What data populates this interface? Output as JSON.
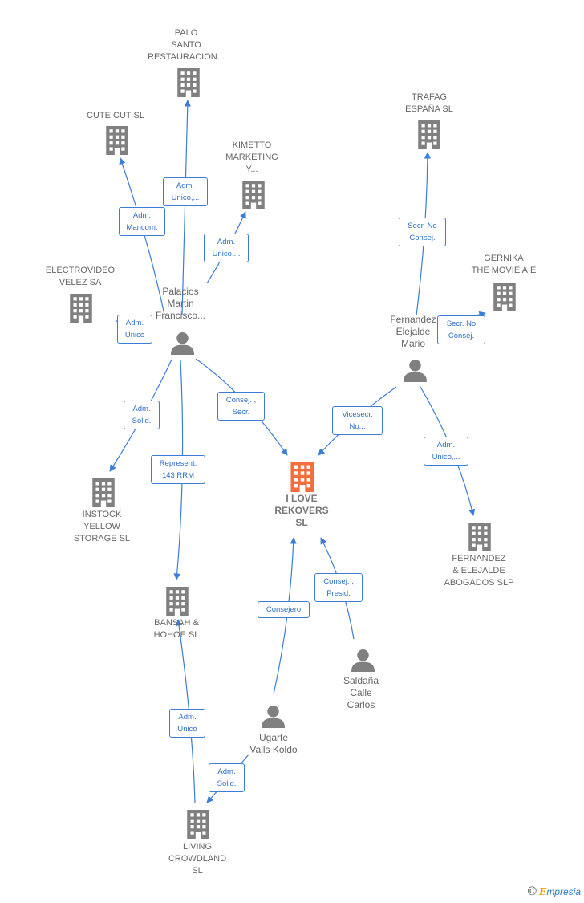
{
  "colors": {
    "company": "#808080",
    "center": "#f26f3d",
    "person": "#808080",
    "edge": "#3b7dd8"
  },
  "center": {
    "id": "ilove",
    "lines": [
      "I LOVE",
      "REKOVERS",
      "SL"
    ]
  },
  "companies": [
    {
      "id": "palo",
      "lines": [
        "PALO",
        "SANTO",
        "RESTAURACION..."
      ]
    },
    {
      "id": "cute",
      "lines": [
        "CUTE CUT  SL"
      ]
    },
    {
      "id": "kimetto",
      "lines": [
        "KIMETTO",
        "MARKETING",
        "Y..."
      ]
    },
    {
      "id": "electro",
      "lines": [
        "ELECTROVIDEO",
        "VELEZ SA"
      ]
    },
    {
      "id": "trafag",
      "lines": [
        "TRAFAG",
        "ESPAÑA  SL"
      ]
    },
    {
      "id": "gernika",
      "lines": [
        "GERNIKA",
        "THE MOVIE  AIE"
      ]
    },
    {
      "id": "instock",
      "lines": [
        "INSTOCK",
        "YELLOW",
        "STORAGE  SL"
      ]
    },
    {
      "id": "fernandez_ab",
      "lines": [
        "FERNANDEZ",
        "& ELEJALDE",
        "ABOGADOS  SLP"
      ]
    },
    {
      "id": "bansah",
      "lines": [
        "BANSAH &",
        "HOHOE  SL"
      ]
    },
    {
      "id": "living",
      "lines": [
        "LIVING",
        "CROWDLAND",
        "SL"
      ]
    }
  ],
  "persons": [
    {
      "id": "palacios",
      "lines": [
        "Palacios",
        "Martin",
        "Francisco..."
      ]
    },
    {
      "id": "fernandez",
      "lines": [
        "Fernandez",
        "Elejalde",
        "Mario"
      ]
    },
    {
      "id": "saldana",
      "lines": [
        "Saldaña",
        "Calle",
        "Carlos"
      ]
    },
    {
      "id": "ugarte",
      "lines": [
        "Ugarte",
        "Valls Koldo"
      ]
    }
  ],
  "edges": [
    {
      "id": "e_palo",
      "lines": [
        "Adm.",
        "Unico,..."
      ]
    },
    {
      "id": "e_cute",
      "lines": [
        "Adm.",
        "Mancom."
      ]
    },
    {
      "id": "e_kimetto",
      "lines": [
        "Adm.",
        "Unico,..."
      ]
    },
    {
      "id": "e_electro",
      "lines": [
        "Adm.",
        "Unico"
      ]
    },
    {
      "id": "e_instock",
      "lines": [
        "Adm.",
        "Solid."
      ]
    },
    {
      "id": "e_bansah_p",
      "lines": [
        "Represent.",
        "143 RRM"
      ]
    },
    {
      "id": "e_ilove_p",
      "lines": [
        "Consej. ,",
        "Secr."
      ]
    },
    {
      "id": "e_trafag",
      "lines": [
        "Secr.  No",
        "Consej."
      ]
    },
    {
      "id": "e_gernika",
      "lines": [
        "Secr.  No",
        "Consej."
      ]
    },
    {
      "id": "e_ilove_f",
      "lines": [
        "Vicesecr.",
        "No..."
      ]
    },
    {
      "id": "e_fab",
      "lines": [
        "Adm.",
        "Unico,..."
      ]
    },
    {
      "id": "e_ilove_s",
      "lines": [
        "Consej. ,",
        "Presid."
      ]
    },
    {
      "id": "e_ilove_u",
      "lines": [
        "Consejero"
      ]
    },
    {
      "id": "e_bansah_l",
      "lines": [
        "Adm.",
        "Unico"
      ]
    },
    {
      "id": "e_living_u",
      "lines": [
        "Adm.",
        "Solid."
      ]
    }
  ],
  "brand": {
    "symbol": "©",
    "initial": "E",
    "rest": "mpresia"
  }
}
